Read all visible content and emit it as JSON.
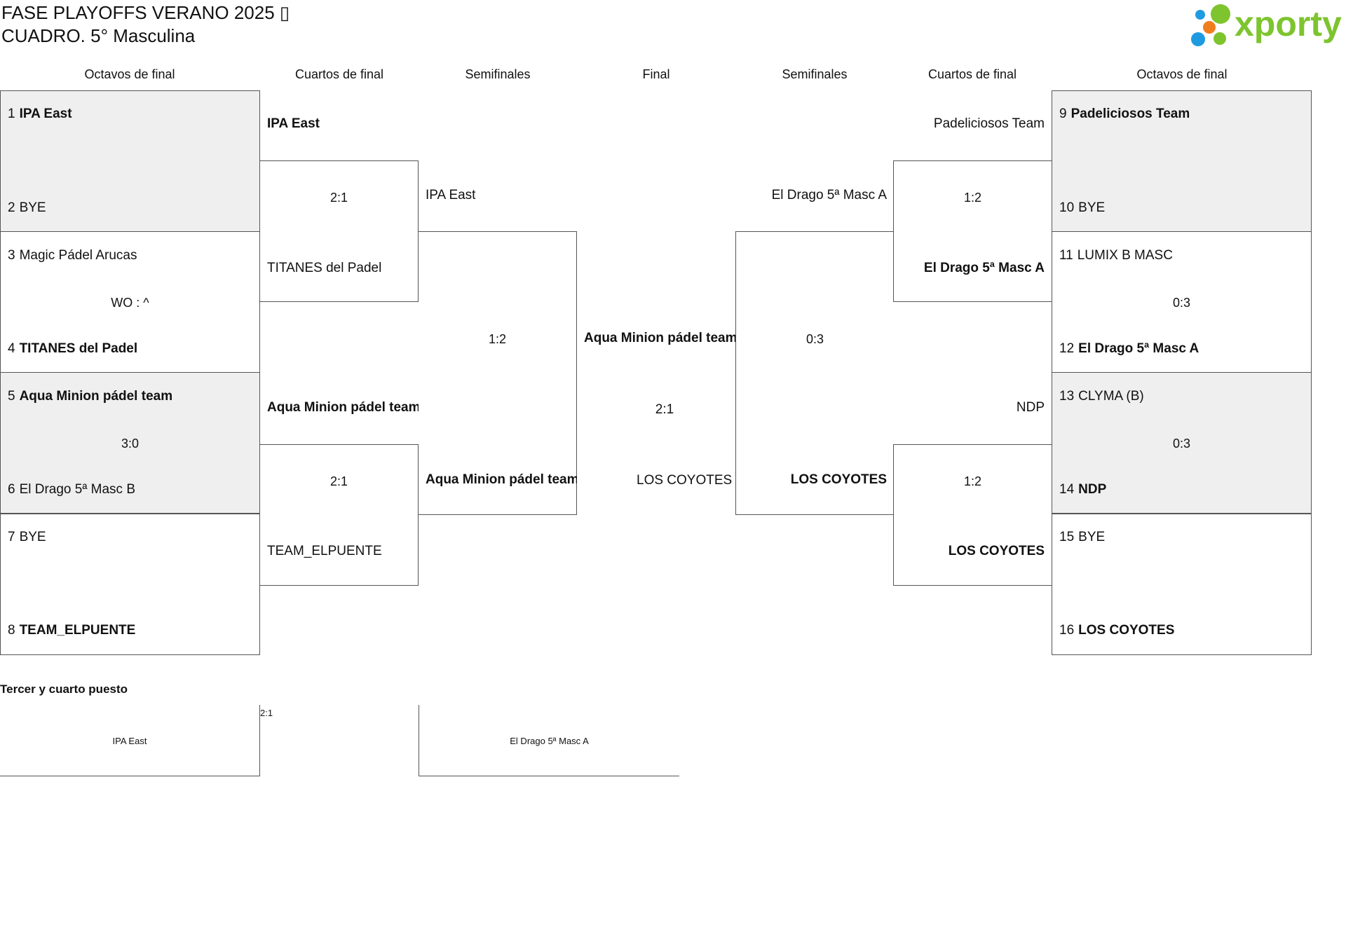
{
  "title": {
    "line1": "FASE PLAYOFFS VERANO 2025 ▯",
    "line2": "CUADRO. 5° Masculina"
  },
  "logo": {
    "text": "xporty",
    "colors": {
      "green": "#7dc42e",
      "blue": "#1e9be0",
      "orange": "#f07d1e"
    }
  },
  "headers": {
    "left_r16": "Octavos de final",
    "left_qf": "Cuartos de final",
    "left_sf": "Semifinales",
    "final": "Final",
    "right_sf": "Semifinales",
    "right_qf": "Cuartos de final",
    "right_r16": "Octavos de final"
  },
  "left_r16": [
    {
      "seed_a": "1",
      "team_a": "IPA East",
      "seed_b": "2",
      "team_b": "BYE",
      "score": ""
    },
    {
      "seed_a": "3",
      "team_a": "Magic Pádel Arucas",
      "seed_b": "4",
      "team_b": "TITANES del Padel",
      "score": "WO : ^"
    },
    {
      "seed_a": "5",
      "team_a": "Aqua Minion pádel team",
      "seed_b": "6",
      "team_b": "El Drago 5ª Masc B",
      "score": "3:0"
    },
    {
      "seed_a": "7",
      "team_a": "BYE",
      "seed_b": "8",
      "team_b": "TEAM_ELPUENTE",
      "score": ""
    }
  ],
  "right_r16": [
    {
      "seed_a": "9",
      "team_a": "Padeliciosos Team",
      "seed_b": "10",
      "team_b": "BYE",
      "score": ""
    },
    {
      "seed_a": "11",
      "team_a": "LUMIX B MASC",
      "seed_b": "12",
      "team_b": "El Drago 5ª Masc A",
      "score": "0:3"
    },
    {
      "seed_a": "13",
      "team_a": "CLYMA (B)",
      "seed_b": "14",
      "team_b": "NDP",
      "score": "0:3"
    },
    {
      "seed_a": "15",
      "team_a": "BYE",
      "seed_b": "16",
      "team_b": "LOS COYOTES",
      "score": ""
    }
  ],
  "left_qf": [
    {
      "team_a": "IPA East",
      "team_b": "TITANES del Padel",
      "score": "2:1"
    },
    {
      "team_a": "Aqua Minion pádel team",
      "team_b": "TEAM_ELPUENTE",
      "score": "2:1"
    }
  ],
  "right_qf": [
    {
      "team_a": "Padeliciosos Team",
      "team_b": "El Drago 5ª Masc A",
      "score": "1:2"
    },
    {
      "team_a": "NDP",
      "team_b": "LOS COYOTES",
      "score": "1:2"
    }
  ],
  "left_sf": {
    "team_a": "IPA East",
    "team_b": "Aqua Minion pádel team",
    "score": "1:2"
  },
  "right_sf": {
    "team_a": "El Drago 5ª Masc A",
    "team_b": "LOS COYOTES",
    "score": "0:3"
  },
  "final": {
    "team_a": "Aqua Minion pádel team",
    "team_b": "LOS COYOTES",
    "score": "2:1"
  },
  "third_place": {
    "label": "Tercer y cuarto puesto",
    "score": "2:1",
    "team_a": "IPA East",
    "team_b": "El Drago 5ª Masc A"
  }
}
